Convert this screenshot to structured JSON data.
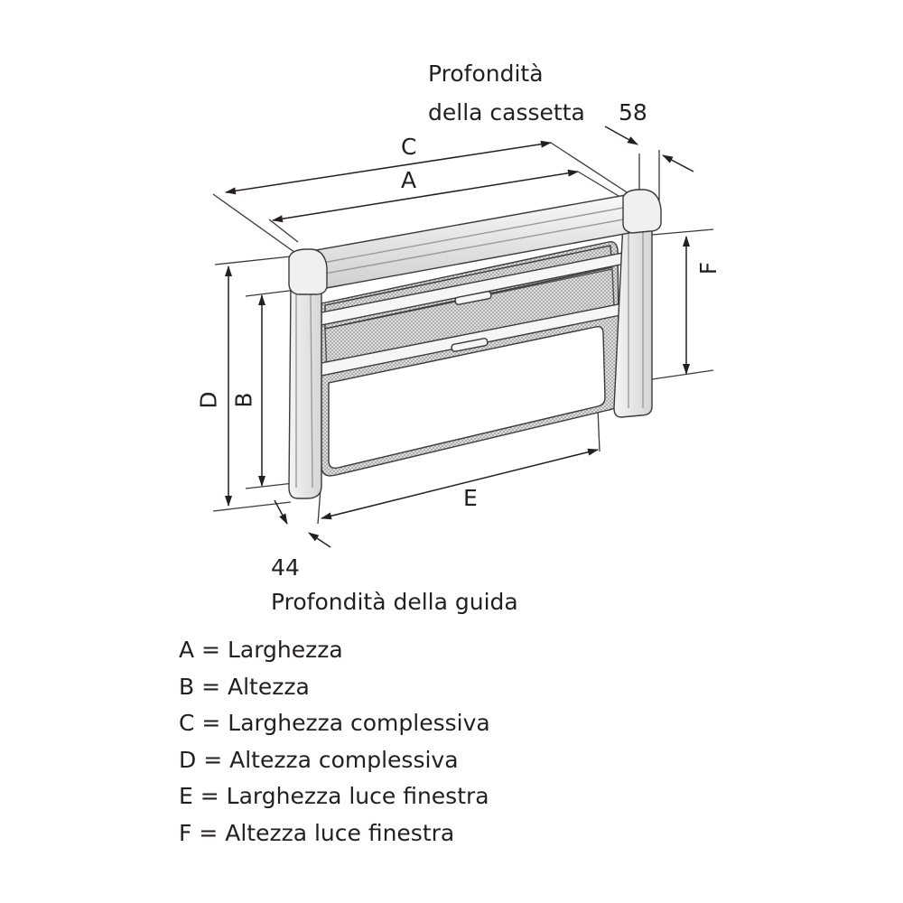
{
  "labels": {
    "cassette_depth_line1": "Profondità",
    "cassette_depth_line2": "della cassetta",
    "cassette_depth_value": "58",
    "guide_depth_value": "44",
    "guide_depth_text": "Profondità della guida",
    "dim_a": "A",
    "dim_b": "B",
    "dim_c": "C",
    "dim_d": "D",
    "dim_e": "E",
    "dim_f": "F"
  },
  "legend": [
    "A = Larghezza",
    "B = Altezza",
    "C = Larghezza complessiva",
    "D = Altezza complessiva",
    "E = Larghezza luce finestra",
    "F = Altezza luce finestra"
  ],
  "colors": {
    "line": "#3a3a3a",
    "mesh": "#9a9a9a",
    "fill_light": "#f2f2f2"
  }
}
